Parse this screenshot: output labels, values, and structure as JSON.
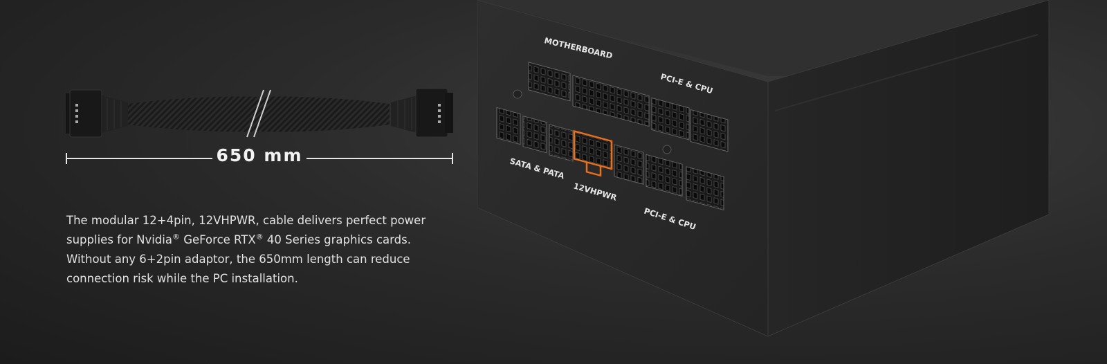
{
  "cable": {
    "length_label": "650 mm"
  },
  "description": {
    "part1": "The modular 12+4pin, 12VHPWR, cable delivers perfect power supplies for Nvidia",
    "reg1": "®",
    "part2": " GeForce RTX",
    "reg2": "®",
    "part3": " 40 Series graphics cards. Without any 6+2pin adaptor, the 650mm length can reduce connection risk while the PC installation."
  },
  "psu_labels": {
    "motherboard": "MOTHERBOARD",
    "pcie_cpu_top": "PCI-E & CPU",
    "sata_pata": "SATA & PATA",
    "vhpwr": "12VHPWR",
    "pcie_cpu_bottom": "PCI-E & CPU"
  },
  "colors": {
    "highlight": "#e8701e",
    "background": "#2b2b2b"
  }
}
